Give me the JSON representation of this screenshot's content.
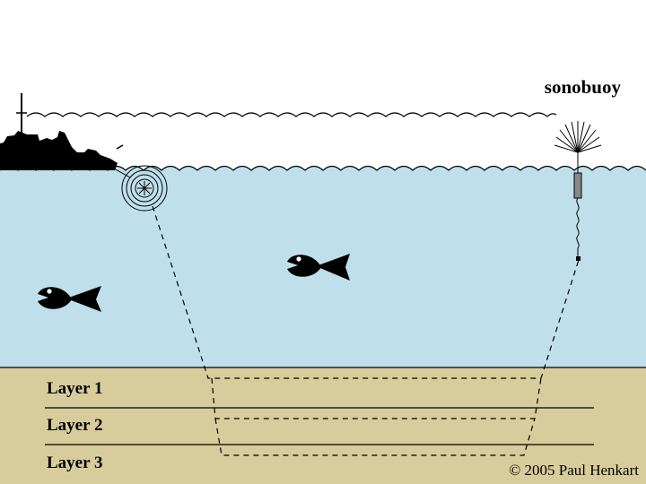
{
  "labels": {
    "sonobuoy": "sonobuoy",
    "layers": [
      "Layer 1",
      "Layer 2",
      "Layer 3"
    ],
    "copyright": "© 2005 Paul Henkart"
  },
  "colors": {
    "water": "#bfe0ea",
    "seafloor": "#d7cc9b",
    "silhouette": "#000000",
    "line": "#000000"
  },
  "icons": [
    "ship-icon",
    "source-rings-icon",
    "fish-icon",
    "sonobuoy-icon",
    "antenna-rays-icon"
  ]
}
